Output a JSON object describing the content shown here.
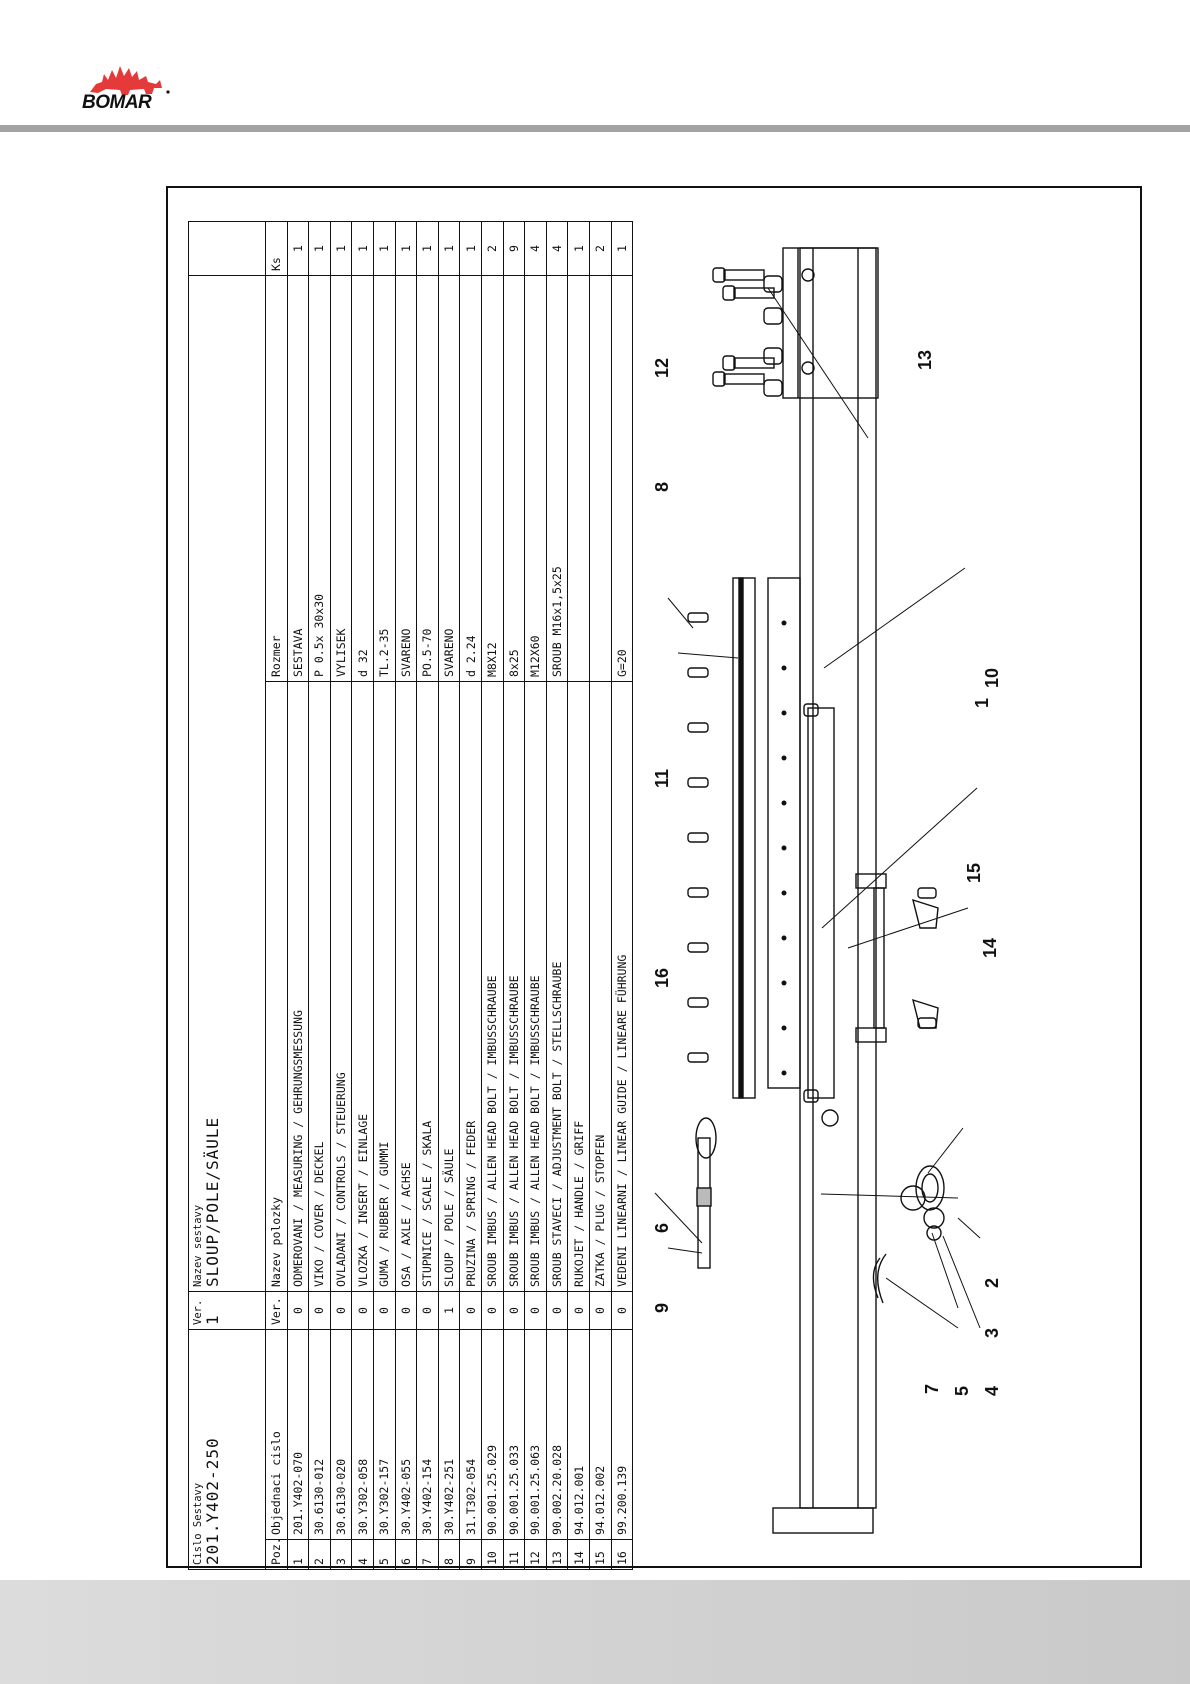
{
  "brand": {
    "logo_text": "BOMAR"
  },
  "assembly": {
    "number_label": "Cislo Sestavy",
    "number_value": "201.Y402-250",
    "version_label": "Ver.",
    "version_value": "1",
    "name_label": "Nazev sestavy",
    "name_value": "SLOUP/POLE/SÄULE"
  },
  "bom": {
    "columns": {
      "pos": "Poz.",
      "order_no": "Objednaci cislo",
      "ver": "Ver.",
      "item_name": "Nazev polozky",
      "size": "Rozmer",
      "qty": "Ks"
    },
    "rows": [
      {
        "pos": "1",
        "order_no": "201.Y402-070",
        "ver": "0",
        "name": "ODMEROVANI / MEASURING / GEHRUNGSMESSUNG",
        "size": "SESTAVA",
        "qty": "1"
      },
      {
        "pos": "2",
        "order_no": "30.6130-012",
        "ver": "0",
        "name": "VIKO / COVER   / DECKEL",
        "size": "P 0.5x 30x30",
        "qty": "1"
      },
      {
        "pos": "3",
        "order_no": "30.6130-020",
        "ver": "0",
        "name": "OVLADANI / CONTROLS / STEUERUNG",
        "size": "VYLISEK",
        "qty": "1"
      },
      {
        "pos": "4",
        "order_no": "30.Y302-058",
        "ver": "0",
        "name": "VLOZKA / INSERT / EINLAGE",
        "size": "d 32",
        "qty": "1"
      },
      {
        "pos": "5",
        "order_no": "30.Y302-157",
        "ver": "0",
        "name": "GUMA / RUBBER / GUMMI",
        "size": "TL.2-35",
        "qty": "1"
      },
      {
        "pos": "6",
        "order_no": "30.Y402-055",
        "ver": "0",
        "name": "OSA / AXLE / ACHSE",
        "size": "SVARENO",
        "qty": "1"
      },
      {
        "pos": "7",
        "order_no": "30.Y402-154",
        "ver": "0",
        "name": "STUPNICE / SCALE / SKALA",
        "size": "PO.5-70",
        "qty": "1"
      },
      {
        "pos": "8",
        "order_no": "30.Y402-251",
        "ver": "1",
        "name": "SLOUP / POLE / SÄULE",
        "size": "SVARENO",
        "qty": "1"
      },
      {
        "pos": "9",
        "order_no": "31.T302-054",
        "ver": "0",
        "name": "PRUZINA / SPRING / FEDER",
        "size": "d 2.24",
        "qty": "1"
      },
      {
        "pos": "10",
        "order_no": "90.001.25.029",
        "ver": "0",
        "name": "SROUB IMBUS / ALLEN HEAD BOLT / IMBUSSCHRAUBE",
        "size": "M8X12",
        "qty": "2"
      },
      {
        "pos": "11",
        "order_no": "90.001.25.033",
        "ver": "0",
        "name": "SROUB IMBUS / ALLEN HEAD BOLT / IMBUSSCHRAUBE",
        "size": "8x25",
        "qty": "9"
      },
      {
        "pos": "12",
        "order_no": "90.001.25.063",
        "ver": "0",
        "name": "SROUB IMBUS / ALLEN HEAD BOLT / IMBUSSCHRAUBE",
        "size": "M12X60",
        "qty": "4"
      },
      {
        "pos": "13",
        "order_no": "90.002.20.028",
        "ver": "0",
        "name": "SROUB STAVECI / ADJUSTMENT BOLT / STELLSCHRAUBE",
        "size": "SROUB M16x1,5x25",
        "qty": "4"
      },
      {
        "pos": "14",
        "order_no": "94.012.001",
        "ver": "0",
        "name": "RUKOJET / HANDLE     / GRIFF",
        "size": "",
        "qty": "1"
      },
      {
        "pos": "15",
        "order_no": "94.012.002",
        "ver": "0",
        "name": "ZATKA / PLUG / STOPFEN",
        "size": "",
        "qty": "2"
      },
      {
        "pos": "16",
        "order_no": "99.200.139",
        "ver": "0",
        "name": "VEDENI LINEARNI / LINEAR GUIDE / LINEARE FÜHRUNG",
        "size": "G=20",
        "qty": "1"
      }
    ]
  },
  "callouts": [
    "1",
    "2",
    "3",
    "4",
    "5",
    "6",
    "7",
    "8",
    "9",
    "10",
    "11",
    "12",
    "13",
    "14",
    "15",
    "16"
  ]
}
